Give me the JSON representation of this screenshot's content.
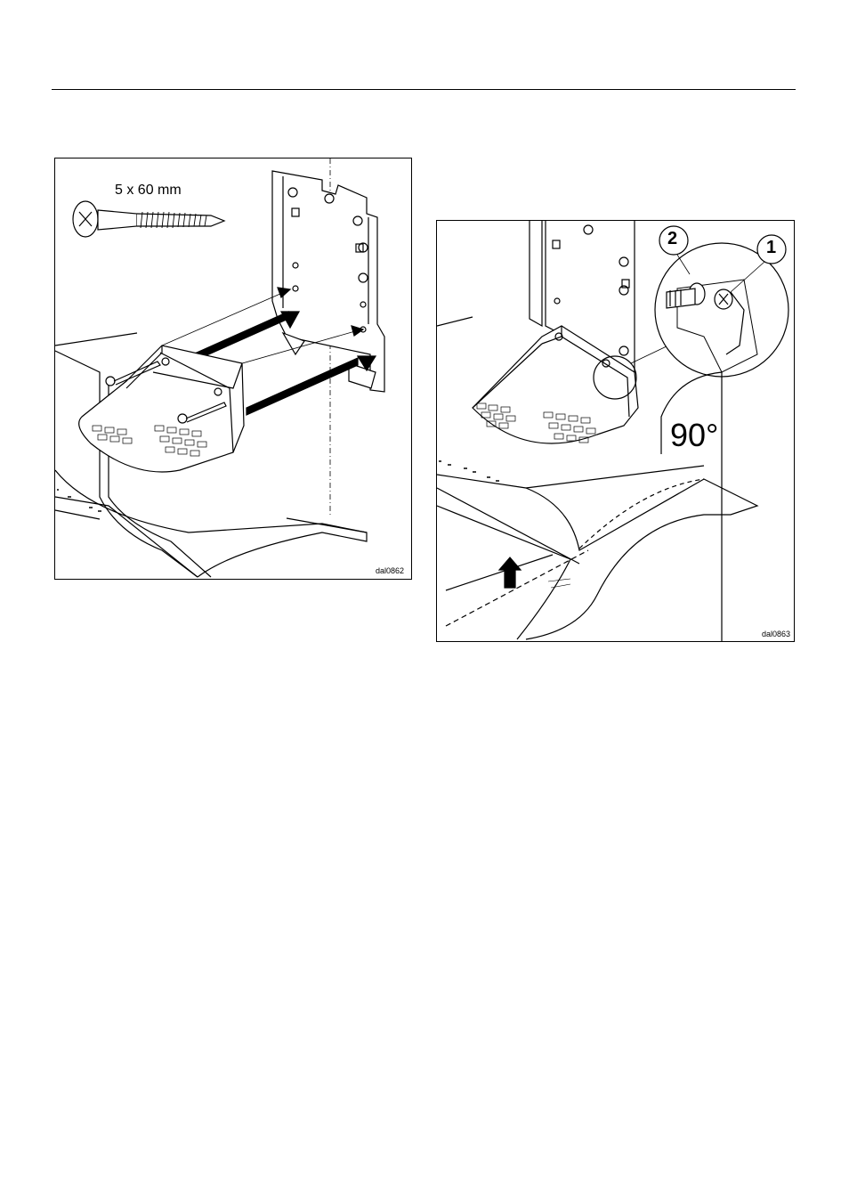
{
  "figure1": {
    "screw_label": "5 x 60 mm",
    "code": "dal0862"
  },
  "figure2": {
    "callout_1": "1",
    "callout_2": "2",
    "angle_label": "90°",
    "code": "dal0863"
  }
}
